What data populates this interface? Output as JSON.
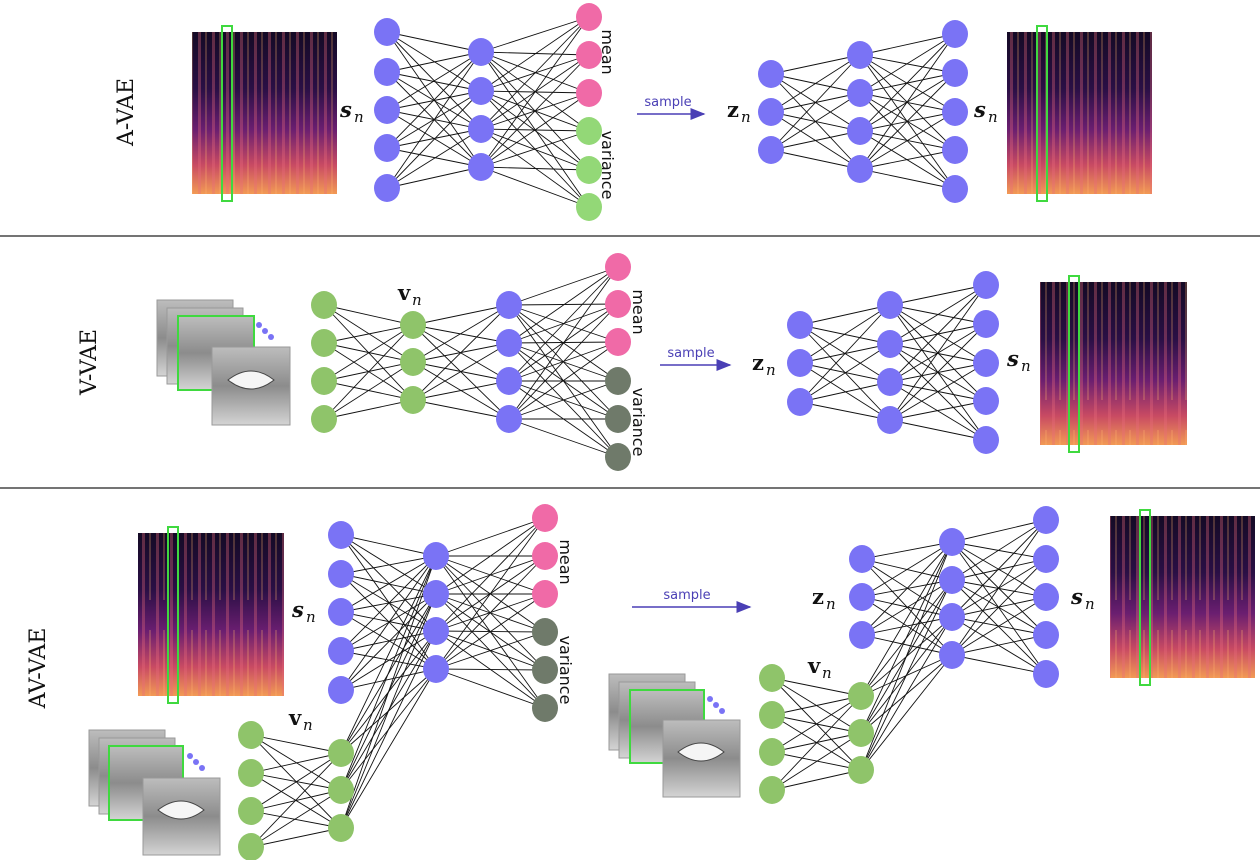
{
  "rows": {
    "a": {
      "label": "A-VAE"
    },
    "v": {
      "label": "V-VAE"
    },
    "av": {
      "label": "AV-VAE"
    }
  },
  "labels": {
    "mean": "mean",
    "variance": "variance",
    "sample": "sample"
  },
  "symbols": {
    "s": "s",
    "z": "z",
    "v": "v",
    "n": "n"
  },
  "colors": {
    "audio_node": "#7a73f5",
    "visual_node": "#8fc46a",
    "mean_node": "#f06aa7",
    "variance_node_audio": "#93d877",
    "variance_node_other": "#6f7a6a",
    "highlight_frame": "#3fd93f",
    "divider": "#222222",
    "arrow": "#4a3fb5"
  }
}
